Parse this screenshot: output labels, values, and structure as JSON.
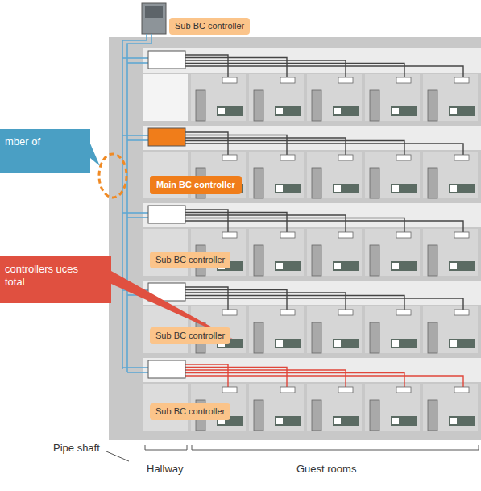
{
  "diagram": {
    "nodes": [
      {
        "text": [
          "Sub BC controller"
        ]
      },
      {
        "text": [
          "mber of"
        ]
      },
      {
        "text": [
          "Main BC controller"
        ]
      },
      {
        "text": [
          "controllers uces total"
        ]
      },
      {
        "text": [
          "Sub BC controller"
        ]
      },
      {
        "text": [
          "Sub BC controller"
        ]
      },
      {
        "text": [
          "Sub BC controller"
        ]
      }
    ],
    "labels": [
      "Pipe shaft",
      "Hallway",
      "Guest rooms"
    ]
  }
}
